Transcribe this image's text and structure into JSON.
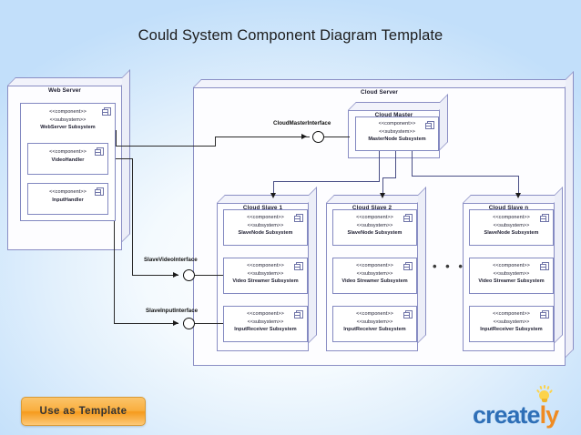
{
  "title": "Could System Component Diagram Template",
  "stereotypes": {
    "component": "<<component>>",
    "subsystem": "<<subsystem>>"
  },
  "web_server": {
    "node_label": "Web Server",
    "subsystem": {
      "s1": "<<component>>",
      "s2": "<<subsystem>>",
      "name": "WebServer Subsystem"
    },
    "components": [
      {
        "s1": "<<component>>",
        "name": "VideoHandler"
      },
      {
        "s1": "<<component>>",
        "name": "InputHandler"
      }
    ]
  },
  "cloud_server": {
    "node_label": "Cloud Server",
    "master": {
      "node_label": "Cloud Master",
      "component": {
        "s1": "<<component>>",
        "s2": "<<subsystem>>",
        "name": "MasterNode Subsystem"
      }
    },
    "slaves": [
      {
        "node_label": "Cloud Slave 1",
        "components": [
          {
            "s1": "<<component>>",
            "s2": "<<subsystem>>",
            "name": "SlaveNode Subsystem"
          },
          {
            "s1": "<<component>>",
            "s2": "<<subsystem>>",
            "name": "Video Streamer Subsystem"
          },
          {
            "s1": "<<component>>",
            "s2": "<<subsystem>>",
            "name": "InputReceiver Subsystem"
          }
        ]
      },
      {
        "node_label": "Cloud Slave 2",
        "components": [
          {
            "s1": "<<component>>",
            "s2": "<<subsystem>>",
            "name": "SlaveNode Subsystem"
          },
          {
            "s1": "<<component>>",
            "s2": "<<subsystem>>",
            "name": "Video Streamer Subsystem"
          },
          {
            "s1": "<<component>>",
            "s2": "<<subsystem>>",
            "name": "InputReceiver Subsystem"
          }
        ]
      },
      {
        "node_label": "Cloud Slave n",
        "components": [
          {
            "s1": "<<component>>",
            "s2": "<<subsystem>>",
            "name": "SlaveNode Subsystem"
          },
          {
            "s1": "<<component>>",
            "s2": "<<subsystem>>",
            "name": "Video Streamer Subsystem"
          },
          {
            "s1": "<<component>>",
            "s2": "<<subsystem>>",
            "name": "InputReceiver Subsystem"
          }
        ]
      }
    ],
    "ellipsis": "• • •"
  },
  "interfaces": {
    "cloud_master": "CloudMasterInterface",
    "slave_video": "SlaveVideoInterface",
    "slave_input": "SlaveInputInterface"
  },
  "footer": {
    "use_as_template": "Use as Template",
    "logo_part1": "create",
    "logo_part2": "ly"
  },
  "colors": {
    "node_border": "#8a8ec4",
    "component_border": "#8288c0",
    "connector": "#2b2b2b",
    "button_accent": "#f59a1c",
    "logo_blue": "#2e6fb7",
    "logo_orange": "#ef8b22"
  }
}
